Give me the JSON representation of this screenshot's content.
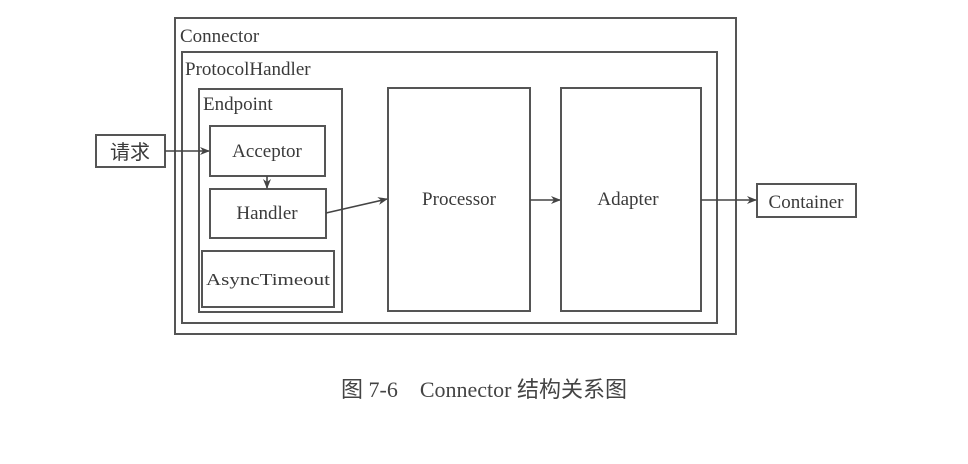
{
  "diagram": {
    "connector": {
      "label": "Connector"
    },
    "protocol_handler": {
      "label": "ProtocolHandler"
    },
    "endpoint": {
      "label": "Endpoint"
    },
    "acceptor": {
      "label": "Acceptor"
    },
    "handler": {
      "label": "Handler"
    },
    "async_timeout": {
      "label": "AsyncTimeout"
    },
    "processor": {
      "label": "Processor"
    },
    "adapter": {
      "label": "Adapter"
    },
    "request": {
      "label": "请求"
    },
    "container": {
      "label": "Container"
    },
    "edges": [
      {
        "from": "请求",
        "to": "Acceptor"
      },
      {
        "from": "Acceptor",
        "to": "Handler"
      },
      {
        "from": "Handler",
        "to": "Processor"
      },
      {
        "from": "Processor",
        "to": "Adapter"
      },
      {
        "from": "Adapter",
        "to": "Container"
      }
    ]
  },
  "caption": "图 7-6　Connector 结构关系图"
}
